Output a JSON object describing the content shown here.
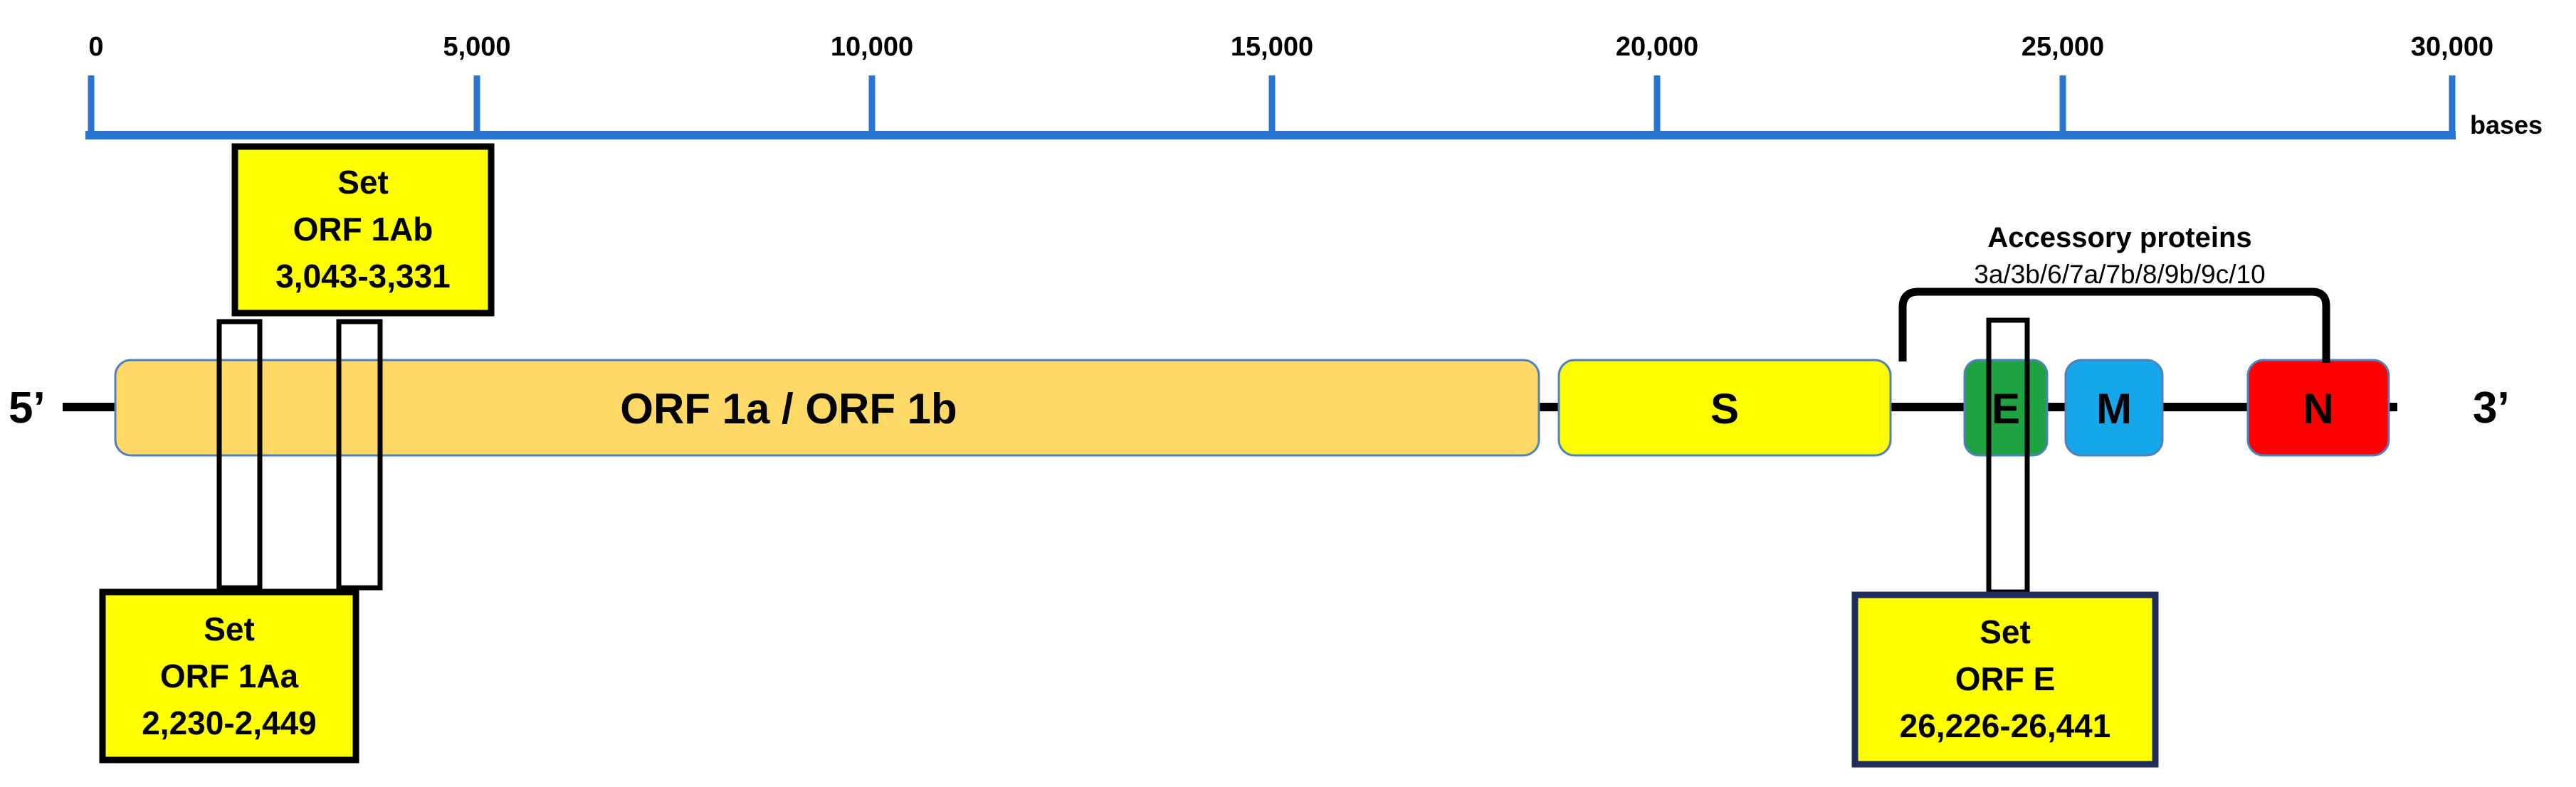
{
  "axis": {
    "ticks": [
      "0",
      "5,000",
      "10,000",
      "15,000",
      "20,000",
      "25,000",
      "30,000"
    ],
    "unit_label": "bases",
    "color": "#2874D0"
  },
  "genome": {
    "five_prime": "5’",
    "three_prime": "3’",
    "genes": [
      {
        "id": "orf1ab",
        "label": "ORF 1a / ORF 1b",
        "fill": "#FFD966",
        "text_color": "#000000"
      },
      {
        "id": "s",
        "label": "S",
        "fill": "#FFFF00",
        "text_color": "#000000"
      },
      {
        "id": "e",
        "label": "E",
        "fill": "#1FA340",
        "text_color": "#000000"
      },
      {
        "id": "m",
        "label": "M",
        "fill": "#16A7EB",
        "text_color": "#000000"
      },
      {
        "id": "n",
        "label": "N",
        "fill": "#FF0000",
        "text_color": "#000000"
      }
    ]
  },
  "accessory": {
    "title": "Accessory proteins",
    "list": "3a/3b/6/7a/7b/8/9b/9c/10"
  },
  "callouts": {
    "orf1ab": {
      "line1": "Set",
      "line2": "ORF 1Ab",
      "line3": "3,043-3,331"
    },
    "orf1aa": {
      "line1": "Set",
      "line2": "ORF 1Aa",
      "line3": "2,230-2,449"
    },
    "orfe": {
      "line1": "Set",
      "line2": "ORF E",
      "line3": "26,226-26,441"
    }
  },
  "colors": {
    "callout_fill": "#FFFF00",
    "orfe_border": "#1F2D5A"
  }
}
